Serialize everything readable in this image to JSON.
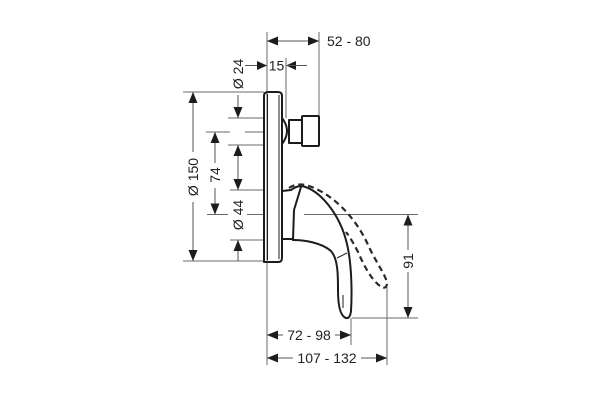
{
  "drawing": {
    "type": "technical dimension drawing",
    "dimensions": {
      "depth_range": "52 - 80",
      "knob_offset": "15",
      "knob_diameter": "Ø 24",
      "plate_diameter": "Ø 150",
      "center_distance": "74",
      "lower_diameter": "Ø 44",
      "lever_height": "91",
      "lever_projection": "72 - 98",
      "lever_projection_max": "107 - 132"
    },
    "colors": {
      "background": "#ffffff",
      "object_line": "#1c1c1c",
      "dimension_line": "#555555",
      "text": "#222222"
    }
  }
}
